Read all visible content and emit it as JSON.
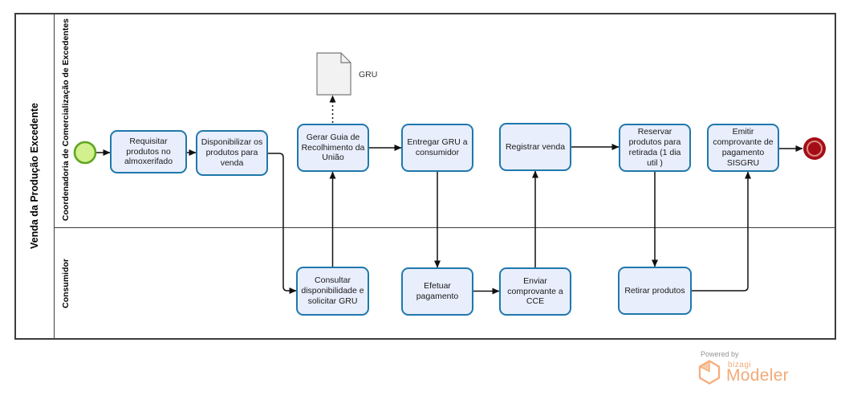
{
  "diagram": {
    "pool_title": "Venda da Produção Excedente",
    "lanes": [
      {
        "label": "Coordenadoria de Comercialização de Excedentes"
      },
      {
        "label": "Consumidor"
      }
    ],
    "tasks": [
      {
        "label": "Requisitar produtos no almoxerifado",
        "lane": 0
      },
      {
        "label": "Disponibilizar os produtos para venda",
        "lane": 0
      },
      {
        "label": "Gerar Guia de Recolhimento da União",
        "lane": 0
      },
      {
        "label": "Entregar GRU a consumidor",
        "lane": 0
      },
      {
        "label": "Registrar venda",
        "lane": 0
      },
      {
        "label": "Reservar produtos para retirada (1 dia util )",
        "lane": 0
      },
      {
        "label": "Emitir comprovante de pagamento SISGRU",
        "lane": 0
      },
      {
        "label": "Consultar disponibilidade e solicitar GRU",
        "lane": 1
      },
      {
        "label": "Efetuar pagamento",
        "lane": 1
      },
      {
        "label": "Enviar comprovante a CCE",
        "lane": 1
      },
      {
        "label": "Retirar produtos",
        "lane": 1
      }
    ],
    "events": [
      {
        "type": "start-event",
        "lane": 0
      },
      {
        "type": "end-event",
        "lane": 0
      }
    ],
    "artifact": {
      "type": "data-object-icon",
      "label": "GRU"
    },
    "colors": {
      "task_fill": "#e8eefb",
      "task_border": "#1f78ad",
      "start_fill": "#d3f08e",
      "start_border": "#5fa621",
      "end_color": "#a50d16",
      "flow_line": "#111111",
      "logo_orange": "#f2aa76"
    }
  },
  "branding": {
    "powered_by": "Powered by",
    "brand": "bizagi",
    "product": "Modeler"
  }
}
